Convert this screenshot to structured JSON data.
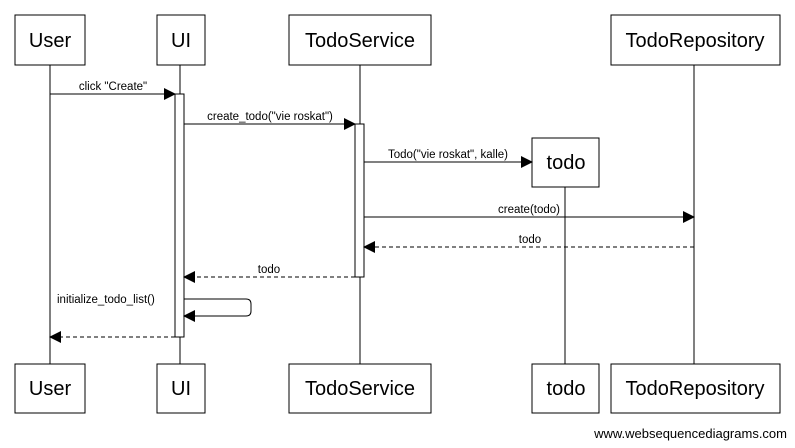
{
  "participants": {
    "user": "User",
    "ui": "UI",
    "todo_service": "TodoService",
    "todo_object": "todo",
    "todo_repository": "TodoRepository"
  },
  "messages": {
    "click_create": "click \"Create\"",
    "create_todo": "create_todo(\"vie roskat\")",
    "todo_constructor": "Todo(\"vie roskat\", kalle)",
    "repo_create": "create(todo)",
    "repo_return": "todo",
    "service_return": "todo",
    "initialize_list": "initialize_todo_list()",
    "ui_return": ""
  },
  "footer": "www.websequencediagrams.com"
}
